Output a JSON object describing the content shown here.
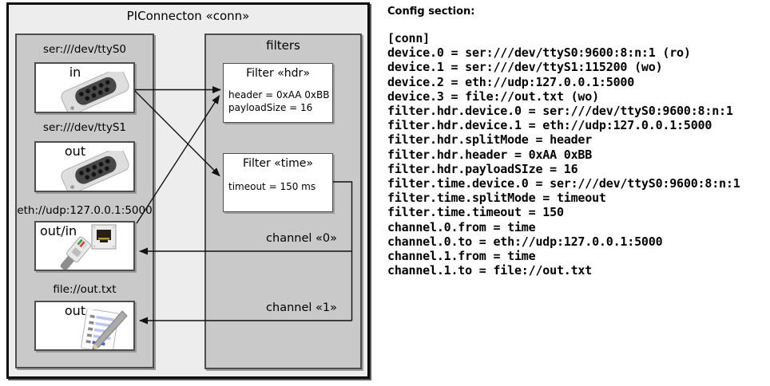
{
  "diagram": {
    "title": "PIConnecton «conn»",
    "devices_group": {
      "devices": [
        {
          "uri": "ser:///dev/ttyS0",
          "port_label": "in",
          "icon": "serial-connector-icon"
        },
        {
          "uri": "ser:///dev/ttyS1",
          "port_label": "out",
          "icon": "serial-connector-icon"
        },
        {
          "uri": "eth://udp:127.0.0.1:5000",
          "port_label": "out/in",
          "icon": "ethernet-icon"
        },
        {
          "uri": "file://out.txt",
          "port_label": "out",
          "icon": "notepad-icon"
        }
      ]
    },
    "filters_group": {
      "title": "filters",
      "filters": [
        {
          "title": "Filter «hdr»",
          "attributes": [
            "header = 0xAA 0xBB",
            "payloadSize = 16"
          ]
        },
        {
          "title": "Filter «time»",
          "attributes": [
            "timeout = 150 ms"
          ]
        }
      ]
    },
    "channels": [
      {
        "label": "channel «0»"
      },
      {
        "label": "channel «1»"
      }
    ]
  },
  "config": {
    "heading": "Config section:",
    "lines": [
      "[conn]",
      "device.0 = ser:///dev/ttyS0:9600:8:n:1 (ro)",
      "device.1 = ser:///dev/ttyS1:115200 (wo)",
      "device.2 = eth://udp:127.0.0.1:5000",
      "device.3 = file://out.txt (wo)",
      "filter.hdr.device.0 = ser:///dev/ttyS0:9600:8:n:1",
      "filter.hdr.device.1 = eth://udp:127.0.0.1:5000",
      "filter.hdr.splitMode = header",
      "filter.hdr.header = 0xAA 0xBB",
      "filter.hdr.payloadSIze = 16",
      "filter.time.device.0 = ser:///dev/ttyS0:9600:8:n:1",
      "filter.time.splitMode = timeout",
      "filter.time.timeout = 150",
      "channel.0.from = time",
      "channel.0.to = eth://udp:127.0.0.1:5000",
      "channel.1.from = time",
      "channel.1.to = file://out.txt"
    ]
  },
  "colors": {
    "outer_fill": "#ededed",
    "group_fill": "#c9c9c9",
    "box_fill": "#ffffff",
    "border_dark": "#4e4e4e",
    "outer_border": "#0a0a0a",
    "wire": "#111111",
    "text": "#000000"
  }
}
